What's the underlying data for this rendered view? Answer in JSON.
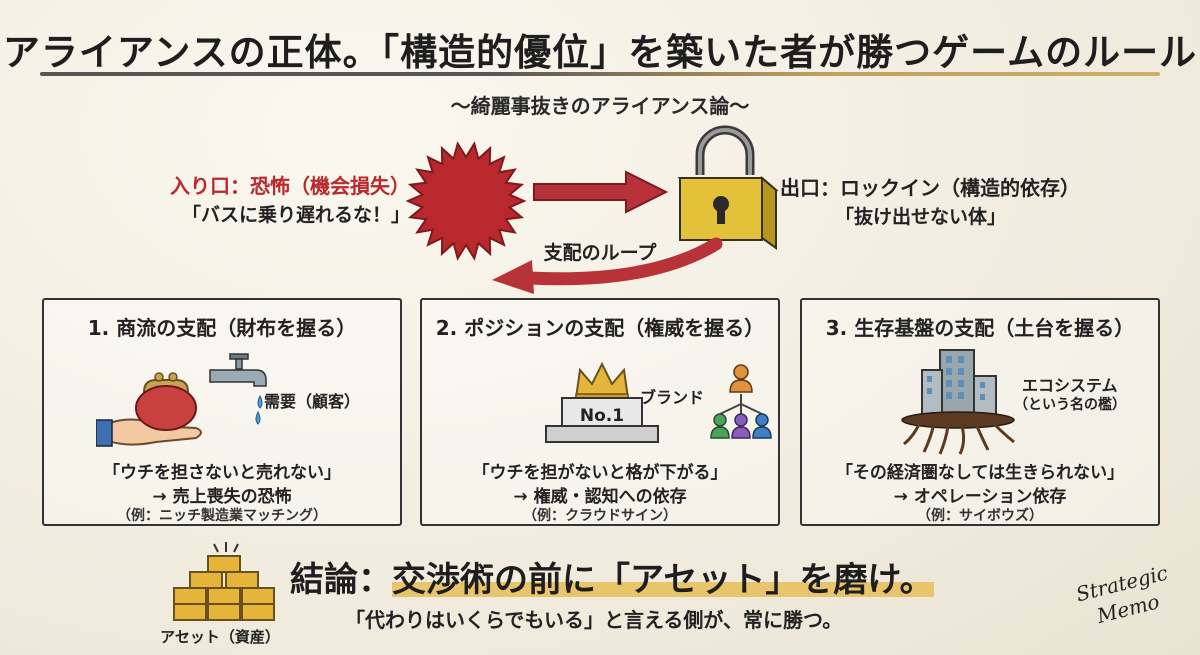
{
  "title": "アライアンスの正体。「構造的優位」を築いた者が勝つゲームのルール",
  "subtitle": "〜綺麗事抜きのアライアンス論〜",
  "flow": {
    "entry_title": "入り口：恐怖（機会損失）",
    "entry_quote": "「バスに乗り遅れるな！」",
    "exit_title": "出口：ロックイン（構造的依存）",
    "exit_quote": "「抜け出せない体」",
    "loop_label": "支配のループ",
    "colors": {
      "fear": "#b8282c",
      "lock": "#e3c23a",
      "arrow": "#b8323a"
    }
  },
  "cards": [
    {
      "title": "1. 商流の支配（財布を握る）",
      "label": "需要（顧客）",
      "quote": "「ウチを担さないと売れない」",
      "arrow": "→ 売上喪失の恐怖",
      "example": "（例：ニッチ製造業マッチング）",
      "icons": [
        "wallet-icon",
        "faucet-icon"
      ]
    },
    {
      "title": "2. ポジションの支配（権威を握る）",
      "label": "ブランド",
      "badge": "No.1",
      "quote": "「ウチを担がないと格が下がる」",
      "arrow": "→ 権威・認知への依存",
      "example": "（例：クラウドサイン）",
      "icons": [
        "crown-icon",
        "podium-icon",
        "people-icon"
      ]
    },
    {
      "title": "3. 生存基盤の支配（土台を握る）",
      "label": "エコシステム",
      "label_sub": "（という名の檻）",
      "quote": "「その経済圏なしては生きられない」",
      "arrow": "→ オペレーション依存",
      "example": "（例：サイボウズ）",
      "icons": [
        "building-icon",
        "roots-icon"
      ]
    }
  ],
  "conclusion": {
    "lead": "結論：",
    "highlight": "交渉術の前に「アセット」を磨け。",
    "sub": "「代わりはいくらでもいる」と言える側が、常に勝つ。",
    "asset_label": "アセット（資産）"
  },
  "signature": {
    "line1": "Strategic",
    "line2": "Memo"
  }
}
